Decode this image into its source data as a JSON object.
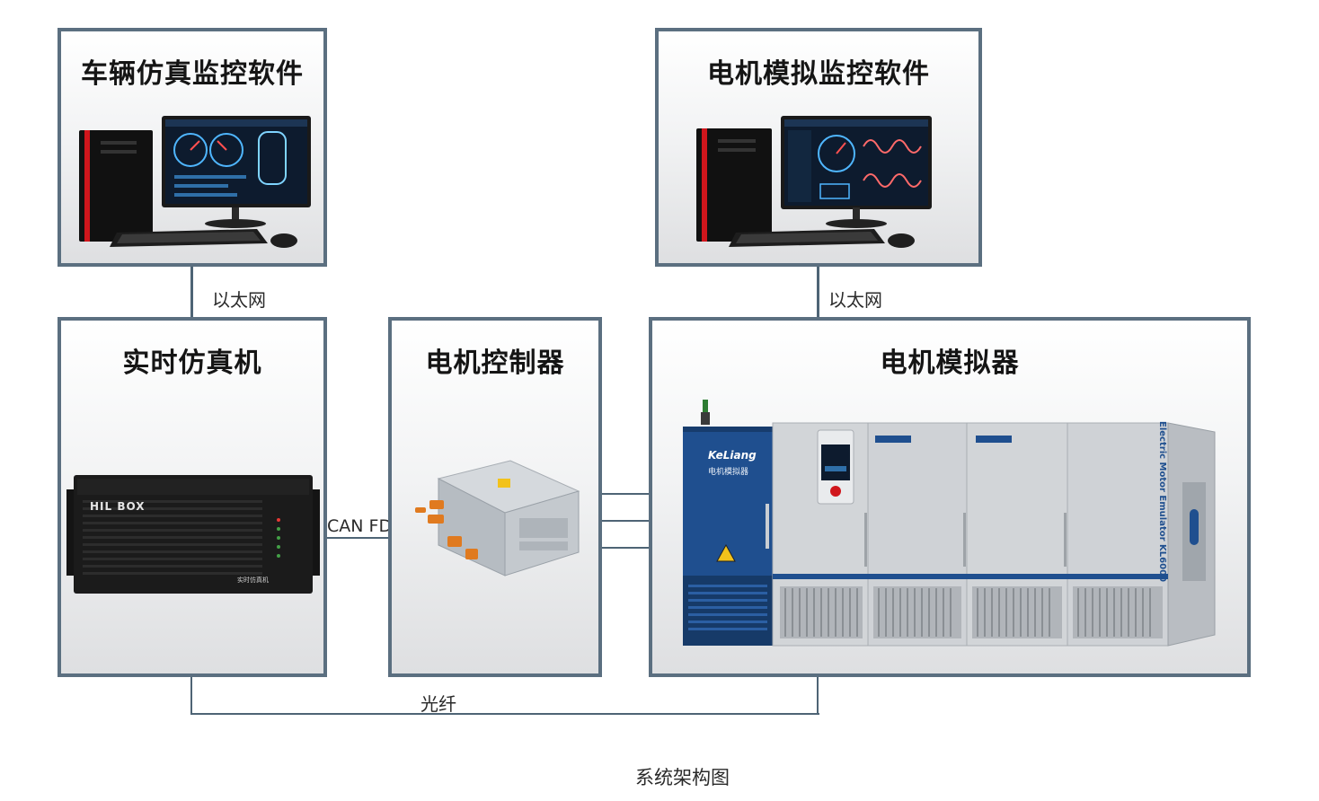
{
  "boxes": {
    "vehicle_monitor": {
      "title": "车辆仿真监控软件"
    },
    "motor_monitor": {
      "title": "电机模拟监控软件"
    },
    "rt_simulator": {
      "title": "实时仿真机",
      "device_brand": "HIL BOX",
      "device_label": "实时仿真机"
    },
    "motor_controller": {
      "title": "电机控制器"
    },
    "motor_emulator": {
      "title": "电机模拟器",
      "brand": "KeLiang",
      "panel_label": "电机模拟器",
      "side_text": "Electric Motor Emulator KL6000"
    }
  },
  "links": {
    "ethernet_left": "以太网",
    "ethernet_right": "以太网",
    "canfd": "CAN FD",
    "fiber": "光纤"
  },
  "caption": "系统架构图",
  "colors": {
    "border": "#5b6f80",
    "line": "#4e6475",
    "screen": "#0d1b2e",
    "accent_red": "#d0161c",
    "accent_blue": "#1f4f8f"
  }
}
